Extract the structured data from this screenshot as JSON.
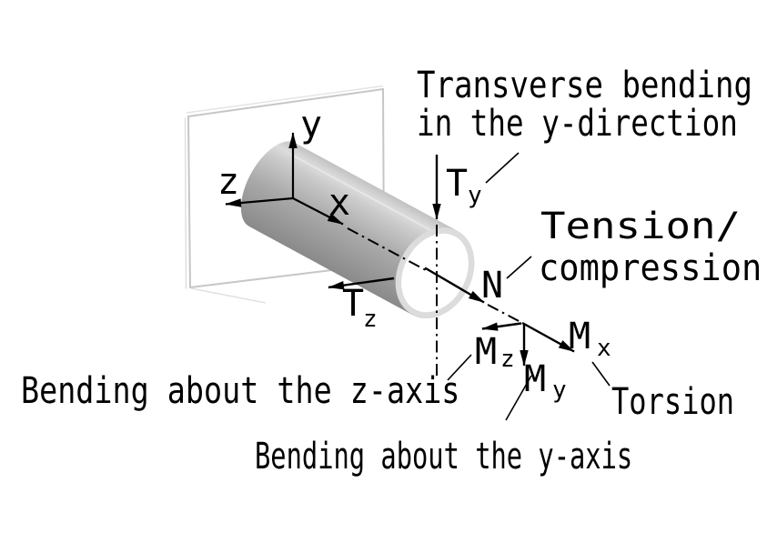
{
  "diagram": {
    "background": "#ffffff",
    "ink_color": "#000000",
    "wall_edge_color": "#c6c6c6",
    "wall_fill": "#ffffff",
    "cylinder_light": "#dcdcdc",
    "cylinder_mid": "#a9a9a9",
    "cylinder_dark": "#8a8a8a",
    "end_ring_color": "#dcdcdc",
    "end_face_color": "#ffffff"
  },
  "annotations": {
    "transverse": {
      "line1": "Transverse bending",
      "line2": "in the y-direction"
    },
    "tension": {
      "line1": "Tension/",
      "line2": "compression"
    },
    "bending_z": "Bending about the z-axis",
    "bending_y": "Bending about the y-axis",
    "torsion": "Torsion"
  },
  "axis_labels": {
    "x": "x",
    "y": "y",
    "z": "z"
  },
  "force_labels": {
    "shear_y": {
      "symbol": "T",
      "subscript": "y"
    },
    "shear_z": {
      "symbol": "T",
      "subscript": "z"
    },
    "normal_force": {
      "symbol": "N"
    },
    "torsion_moment": {
      "symbol": "M",
      "subscript": "x"
    },
    "bending_moment_y": {
      "symbol": "M",
      "subscript": "y"
    },
    "bending_moment_z": {
      "symbol": "M",
      "subscript": "z"
    }
  }
}
